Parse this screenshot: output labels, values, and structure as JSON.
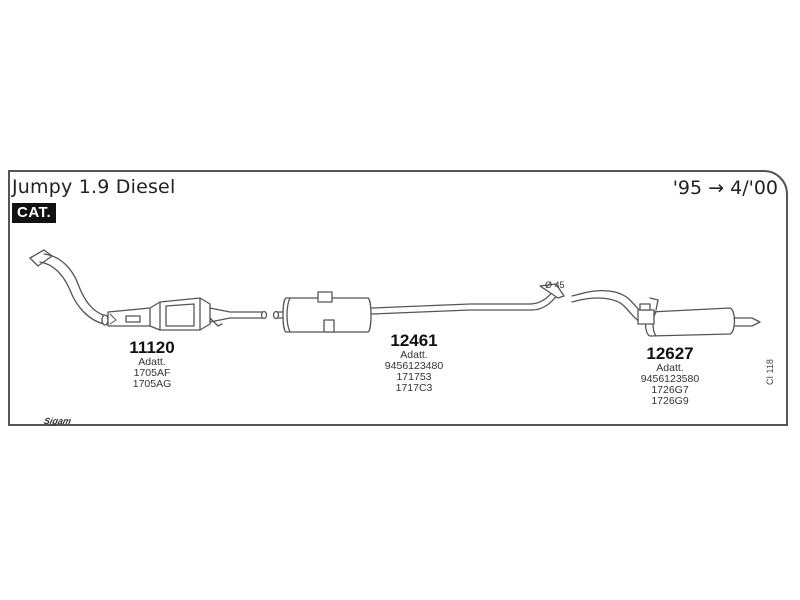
{
  "header": {
    "title": "Jumpy 1.9 Diesel",
    "badge": "CAT.",
    "years": "'95 → 4/'00"
  },
  "parts": [
    {
      "number": "11120",
      "lines": [
        "Adatt.",
        "1705AF",
        "1705AG"
      ]
    },
    {
      "number": "12461",
      "lines": [
        "Adatt.",
        "9456123480",
        "171753",
        "1717C3"
      ]
    },
    {
      "number": "12627",
      "lines": [
        "Adatt.",
        "9456123580",
        "1726G7",
        "1726G9"
      ]
    }
  ],
  "annotations": {
    "diameter": "Ø 45",
    "side_code": "CI 118",
    "logo": "Sigam"
  },
  "colors": {
    "line": "#555555",
    "fill": "#ffffff",
    "badge_bg": "#111111"
  }
}
